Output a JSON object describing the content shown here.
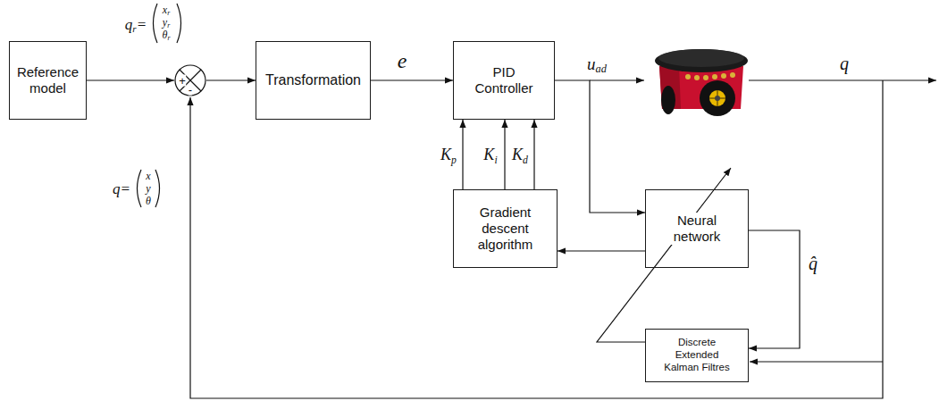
{
  "diagram": {
    "nodes": [
      {
        "text": [
          "Reference model"
        ]
      },
      {
        "text": [
          "+",
          "-"
        ]
      },
      {
        "text": [
          "Transformation"
        ]
      },
      {
        "text": [
          "PID Controller"
        ]
      },
      {
        "text": [
          "Gradient descent algorithm"
        ]
      },
      {
        "text": [
          "Neural network"
        ]
      },
      {
        "text": [
          "Discrete Extended Kalman Filtres"
        ]
      }
    ],
    "edges": [
      {
        "from": 0,
        "to": 1,
        "arrow": "to"
      },
      {
        "from": 1,
        "to": 2,
        "arrow": "to"
      },
      {
        "from": 2,
        "to": 3,
        "label": "e",
        "arrow": "to"
      },
      {
        "from": 4,
        "to": 3,
        "label": "Kp",
        "arrow": "to"
      },
      {
        "from": 4,
        "to": 3,
        "label": "Ki",
        "arrow": "to"
      },
      {
        "from": 4,
        "to": 3,
        "label": "Kd",
        "arrow": "to"
      },
      {
        "from": 3,
        "to": 5,
        "arrow": "to"
      },
      {
        "from": 5,
        "to": 4,
        "arrow": "to"
      },
      {
        "from": 5,
        "to": 6,
        "label": "q̂",
        "arrow": "to"
      },
      {
        "from": 6,
        "to": 5,
        "arrow": "to"
      }
    ],
    "labels": [
      "qr=",
      "xr",
      "yr",
      "θr",
      "uad",
      "q",
      "q=",
      "x",
      "y",
      "θ"
    ]
  }
}
